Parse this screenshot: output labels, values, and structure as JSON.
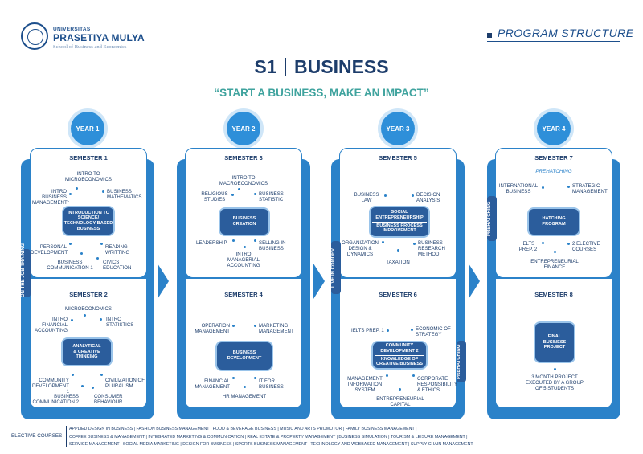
{
  "header": {
    "uni_small": "UNIVERSITAS",
    "uni_name": "PRASETIYA MULYA",
    "school": "School of Business and Economics",
    "section": "PROGRAM STRUCTURE"
  },
  "title": {
    "prefix": "S1",
    "main": "BUSINESS"
  },
  "tagline": "“START A BUSINESS, MAKE AN IMPACT”",
  "years": [
    "YEAR 1",
    "YEAR 2",
    "YEAR 3",
    "YEAR 4"
  ],
  "side_labels": {
    "on_the_job": "ON THE JOB TRAINING",
    "live_in": "LIVE IN COMDEV",
    "prehatching_a": "PREHATCHING",
    "prehatching_b": "PREHATCHING"
  },
  "s1": {
    "title": "SEMESTER 1",
    "hub": [
      "INTRODUCTION TO",
      "SCIENCE/",
      "TECHNOLOGY BASED",
      "BUSINESS"
    ],
    "c1a": "INTRO TO",
    "c1b": "MICROECONOMICS",
    "c2a": "INTRO",
    "c2b": "BUSINESS",
    "c2c": "MANAGEMENT*",
    "c3a": "BUSINESS",
    "c3b": "MATHEMATICS",
    "c4a": "PERSONAL",
    "c4b": "DEVELOPMENT",
    "c5a": "READING",
    "c5b": "WRITTING",
    "c6a": "BUSINESS",
    "c6b": "COMMUNICATION 1",
    "c7a": "CIVICS",
    "c7b": "EDUCATION"
  },
  "s2": {
    "title": "SEMESTER 2",
    "hub": [
      "ANALYTICAL",
      "& CREATIVE",
      "THINKING"
    ],
    "c1": "MICROECONOMICS",
    "c2a": "INTRO",
    "c2b": "FINANCIAL",
    "c2c": "ACCOUNTING",
    "c3a": "INTRO",
    "c3b": "STATISTICS",
    "c4a": "COMMUNITY",
    "c4b": "DEVELOPMENT 1",
    "c5a": "CIVILIZATION OF",
    "c5b": "PLURALISM",
    "c6a": "BUSINESS",
    "c6b": "COMMUNICATION 2",
    "c7a": "CONSUMER",
    "c7b": "BEHAVIOUR"
  },
  "s3": {
    "title": "SEMESTER 3",
    "hub": [
      "BUSINESS",
      "CREATION"
    ],
    "c1a": "INTRO TO",
    "c1b": "MACROECONOMICS",
    "c2a": "RELIGIOUS",
    "c2b": "STUDIES",
    "c3a": "BUSINESS",
    "c3b": "STATISTIC",
    "c4": "LEADERSHIP",
    "c5a": "SELLING IN",
    "c5b": "BUSINESS",
    "c6a": "INTRO",
    "c6b": "MANAGERIAL",
    "c6c": "ACCOUNTING"
  },
  "s4": {
    "title": "SEMESTER 4",
    "hub": [
      "BUSINESS",
      "DEVELOPMENT"
    ],
    "c1a": "OPERATION",
    "c1b": "MANAGEMENT",
    "c2a": "MARKETING",
    "c2b": "MANAGEMENT",
    "c3a": "FINANCIAL",
    "c3b": "MANAGEMENT",
    "c4a": "IT FOR",
    "c4b": "BUSINESS",
    "c5": "HR MANAGEMENT"
  },
  "s5": {
    "title": "SEMESTER 5",
    "hub_top": [
      "SOCIAL",
      "ENTREPRENEURSHIP"
    ],
    "hub_bottom": [
      "BUSINESS PROCESS",
      "IMPROVEMENT"
    ],
    "c1a": "BUSINESS",
    "c1b": "LAW",
    "c2a": "DECISION",
    "c2b": "ANALYSIS",
    "c3a": "ORGANIZATION",
    "c3b": "DESIGN &",
    "c3c": "DYNAMICS",
    "c4a": "BUSINESS",
    "c4b": "RESEARCH",
    "c4c": "METHOD",
    "c5": "TAXATION"
  },
  "s6": {
    "title": "SEMESTER 6",
    "hub_top": [
      "COMMUNITY",
      "DEVELOPMENT 2"
    ],
    "hub_bottom": [
      "KNOWLEDGE OF",
      "CREATIVE BUSINESS"
    ],
    "c1": "IELTS PREP. 1",
    "c2a": "ECONOMIC OF",
    "c2b": "STRATEGY",
    "c3a": "MANAGEMENT",
    "c3b": "INFORMATION",
    "c3c": "SYSTEM",
    "c4a": "CORPORATE",
    "c4b": "RESPONSIBILITY",
    "c4c": "& ETHICS",
    "c5a": "ENTREPRENEURIAL",
    "c5b": "CAPITAL"
  },
  "s7": {
    "title": "SEMESTER 7",
    "prehatching": "PREHATCHING",
    "hub": [
      "HATCHING",
      "PROGRAM"
    ],
    "c1a": "INTERNATIONAL",
    "c1b": "BUSINESS",
    "c2a": "STRATEGIC",
    "c2b": "MANAGEMENT",
    "c3a": "IELTS",
    "c3b": "PREP.  2",
    "c4a": "2 ELECTIVE",
    "c4b": "COURSES",
    "c5a": "ENTREPRENEURIAL",
    "c5b": "FINANCE"
  },
  "s8": {
    "title": "SEMESTER 8",
    "hub": [
      "FINAL",
      "BUSINESS",
      "PROJECT"
    ],
    "c1a": "3 MONTH PROJECT",
    "c1b": "EXECUTED BY A GROUP",
    "c1c": "OF 5 STUDENTS"
  },
  "electives": {
    "label": "ELECTIVE COURSES",
    "lines": [
      "APPLIED DESIGN IN BUSINESS  |  FASHION BUSINESS MANAGEMENT  |  FOOD & BEVERAGE BUSINESS  |  MUSIC AND ARTS PROMOTOR  |  FAMILY BUSINESS MANAGEMENT  |",
      "COFFEE BUSINESS & MANAGEMENT  |  INTEGRATED MARKETING & COMMUNICATION  |  REAL ESTATE & PROPERTY MANAGEMENT  |  BUSINESS SIMULATION  |  TOURISM & LEISURE MANAGEMENT  |",
      "SERVICE MANAGEMENT  |  SOCIAL MEDIA MARKETING  |  DESIGN FOR BUSINESS  |  SPORTS BUSINESS MANAGEMENT  |  TECHNOLOGY AND WEBBASED MANAGEMENT  |  SUPPLY CHAIN MANAGEMENT"
    ]
  },
  "colors": {
    "primary": "#2b82c9",
    "navy": "#1d3d6b",
    "hub": "#2b5d9c",
    "teal": "#3fa39e"
  }
}
